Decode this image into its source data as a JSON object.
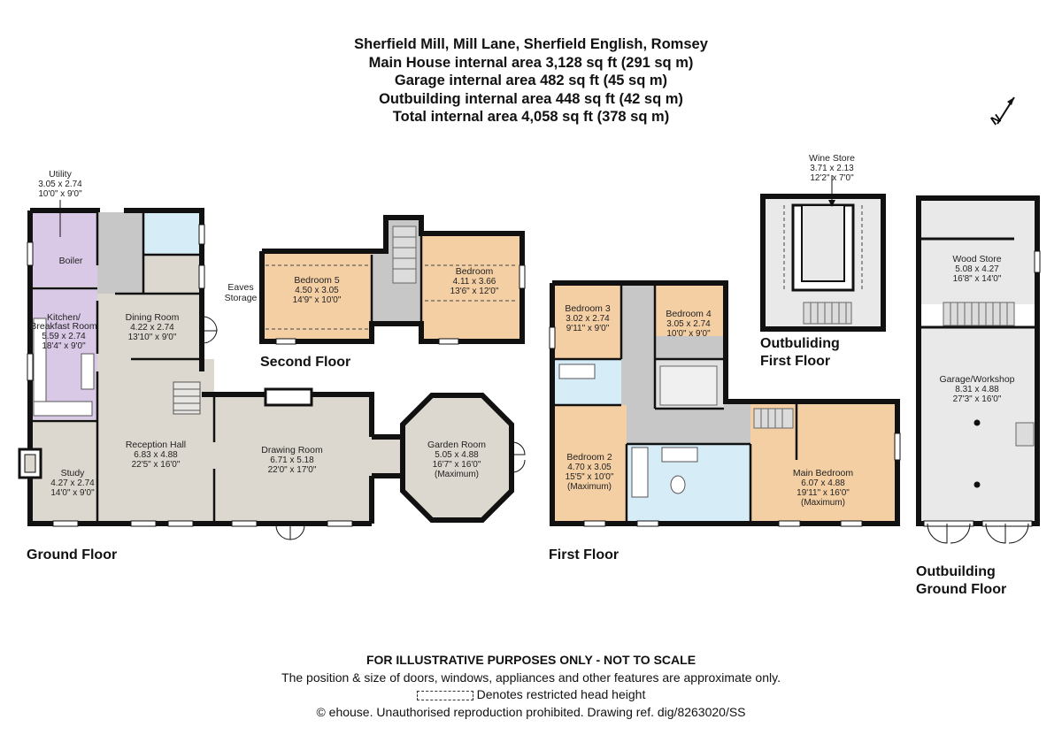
{
  "header": {
    "address": "Sherfield Mill, Mill Lane, Sherfield English, Romsey",
    "main_house": "Main House internal area 3,128 sq ft (291 sq m)",
    "garage": "Garage internal area 482 sq ft (45 sq m)",
    "outbuilding": "Outbuilding internal area 448 sq ft (42 sq m)",
    "total": "Total internal area 4,058 sq ft (378 sq m)"
  },
  "compass": {
    "letter": "N",
    "icon": "north-arrow-icon"
  },
  "floors": {
    "ground": "Ground Floor",
    "second": "Second Floor",
    "first": "First Floor",
    "outbuilding_first_1": "Outbuliding",
    "outbuilding_first_2": "First Floor",
    "outbuilding_ground_1": "Outbuilding",
    "outbuilding_ground_2": "Ground Floor"
  },
  "rooms": {
    "utility": {
      "name": "Utility",
      "m": "3.05 x 2.74",
      "ft": "10'0\" x 9'0\""
    },
    "boiler": {
      "name": "Boiler"
    },
    "kitchen": {
      "name1": "Kitchen/",
      "name2": "Breakfast Room",
      "m": "5.59 x 2.74",
      "ft": "18'4\" x 9'0\""
    },
    "dining": {
      "name": "Dining Room",
      "m": "4.22 x 2.74",
      "ft": "13'10\" x 9'0\""
    },
    "reception": {
      "name": "Reception Hall",
      "m": "6.83 x 4.88",
      "ft": "22'5\" x 16'0\""
    },
    "study": {
      "name": "Study",
      "m": "4.27 x 2.74",
      "ft": "14'0\" x 9'0\""
    },
    "drawing": {
      "name": "Drawing Room",
      "m": "6.71 x 5.18",
      "ft": "22'0\" x 17'0\""
    },
    "garden": {
      "name": "Garden Room",
      "m": "5.05 x 4.88",
      "ft": "16'7\" x 16'0\"",
      "note": "(Maximum)"
    },
    "bedroom5": {
      "name": "Bedroom 5",
      "m": "4.50 x 3.05",
      "ft": "14'9\" x 10'0\""
    },
    "bedroom_top": {
      "name": "Bedroom",
      "m": "4.11 x 3.66",
      "ft": "13'6\" x 12'0\""
    },
    "eaves": {
      "name1": "Eaves",
      "name2": "Storage"
    },
    "bedroom3": {
      "name": "Bedroom 3",
      "m": "3.02 x 2.74",
      "ft": "9'11\" x 9'0\""
    },
    "bedroom4": {
      "name": "Bedroom 4",
      "m": "3.05 x 2.74",
      "ft": "10'0\" x 9'0\""
    },
    "bedroom2": {
      "name": "Bedroom 2",
      "m": "4.70 x 3.05",
      "ft": "15'5\" x 10'0\"",
      "note": "(Maximum)"
    },
    "main_bedroom": {
      "name": "Main Bedroom",
      "m": "6.07 x 4.88",
      "ft": "19'11\" x 16'0\"",
      "note": "(Maximum)"
    },
    "wine": {
      "name": "Wine Store",
      "m": "3.71 x 2.13",
      "ft": "12'2\" x 7'0\""
    },
    "wood": {
      "name": "Wood Store",
      "m": "5.08 x 4.27",
      "ft": "16'8\" x 14'0\""
    },
    "garage": {
      "name": "Garage/Workshop",
      "m": "8.31 x 4.88",
      "ft": "27'3\" x 16'0\""
    }
  },
  "footer": {
    "disclaimer": "FOR ILLUSTRATIVE PURPOSES ONLY - NOT TO SCALE",
    "note": "The position & size of doors, windows, appliances and other features are approximate only.",
    "restricted": "Denotes restricted head height",
    "copyright": "© ehouse. Unauthorised reproduction prohibited. Drawing ref. dig/8263020/SS"
  },
  "colors": {
    "wall": "#111111",
    "utility": "#d9c8e6",
    "kitchen": "#d9c8e6",
    "living": "#ddd8cf",
    "bedroom": "#f5cfa4",
    "bathroom": "#d6ecf7",
    "circulation": "#c7c7c7",
    "outbuilding": "#e9e9e9"
  }
}
